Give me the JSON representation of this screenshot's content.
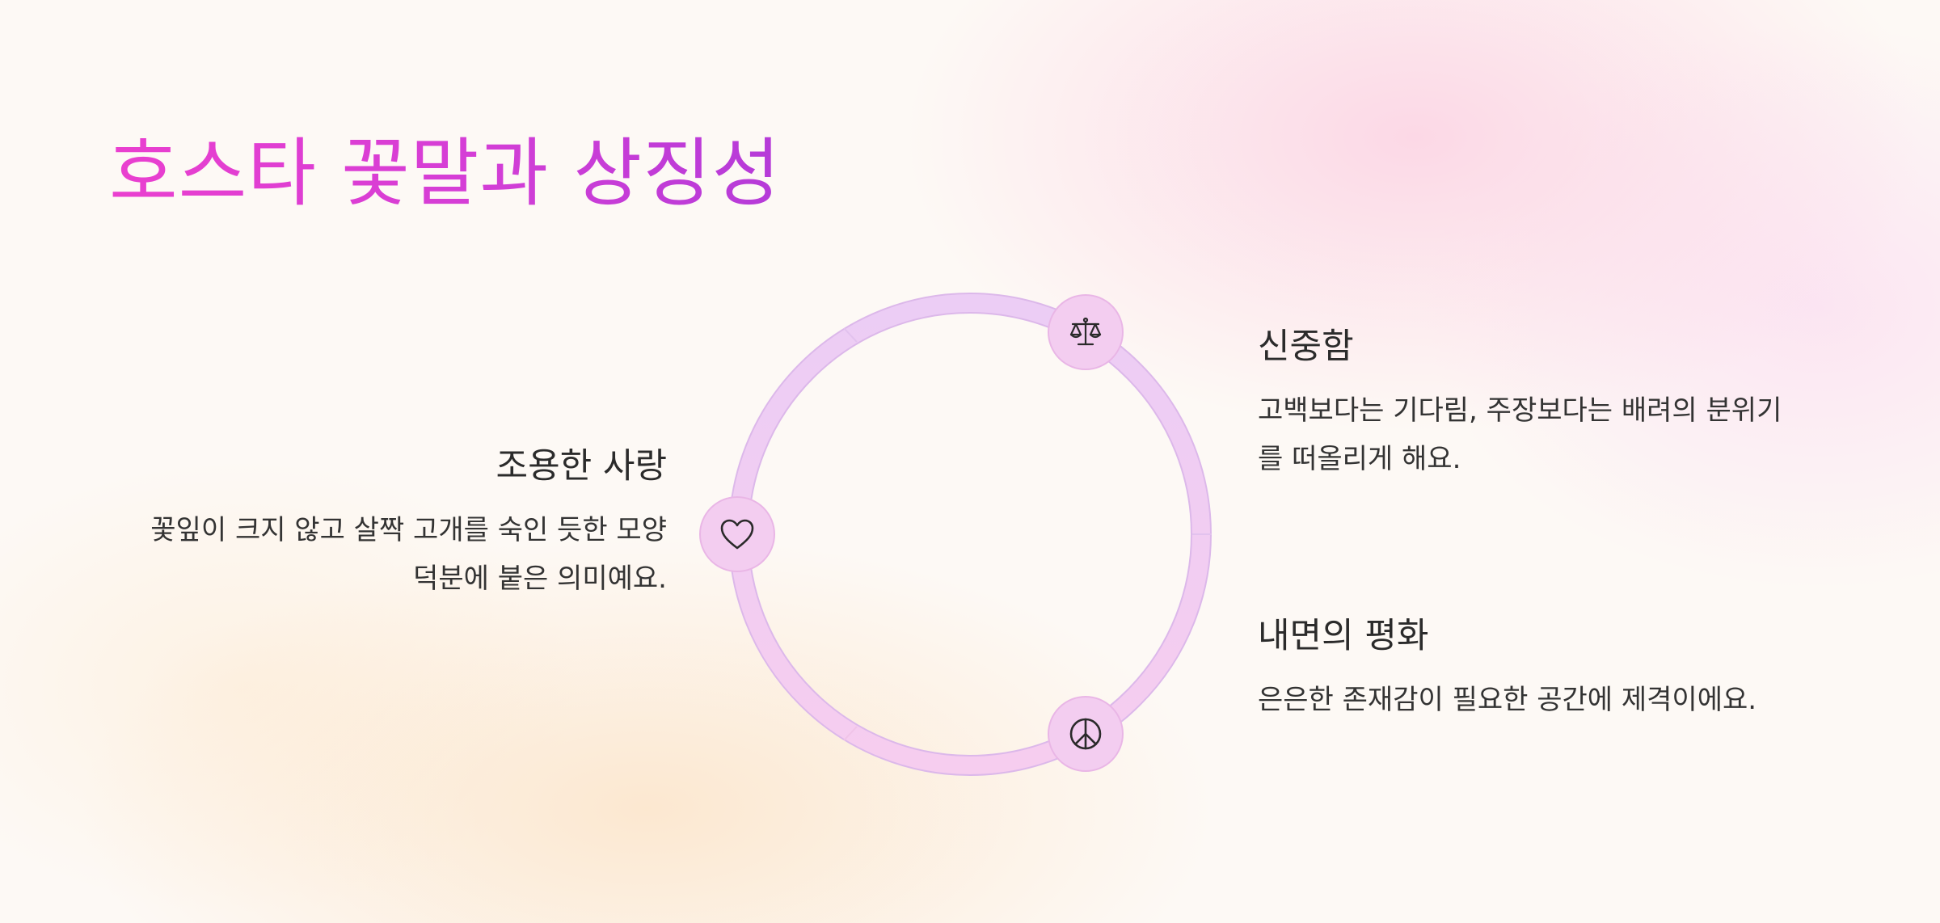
{
  "title": "호스타 꽃말과 상징성",
  "colors": {
    "title_gradient_start": "#ea3fcf",
    "title_gradient_end": "#b53bd8",
    "ring_top": "#eccdf5",
    "ring_bottom": "#f6cdef",
    "node_fill": "#f3cdf0"
  },
  "meanings": [
    {
      "icon": "heart-icon",
      "heading": "조용한 사랑",
      "line1": "꽃잎이 크지 않고 살짝 고개를 숙인 듯한 모양",
      "line2": "덕분에 붙은 의미예요."
    },
    {
      "icon": "scales-icon",
      "heading": "신중함",
      "line1": "고백보다는 기다림, 주장보다는 배려의 분위기",
      "line2": "를 떠올리게 해요."
    },
    {
      "icon": "peace-icon",
      "heading": "내면의 평화",
      "line1": "은은한 존재감이 필요한 공간에 제격이에요."
    }
  ]
}
